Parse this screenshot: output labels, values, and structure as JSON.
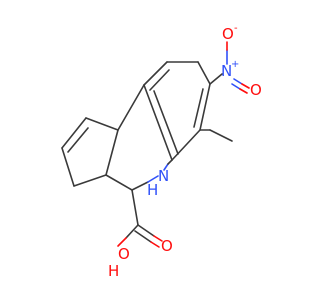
{
  "molecule": {
    "atoms": {
      "nitro_n": "N",
      "nitro_plus": "+",
      "nitro_o_top": "O",
      "nitro_o_minus": "-",
      "nitro_o_right": "O",
      "amine_n": "N",
      "amine_h": "H",
      "carbonyl_o": "O",
      "hydroxyl_o": "O",
      "hydroxyl_h": "H"
    },
    "colors": {
      "bond": "#3a3a3a",
      "nitrogen": "#3050f8",
      "oxygen": "#ff0d0d"
    }
  }
}
